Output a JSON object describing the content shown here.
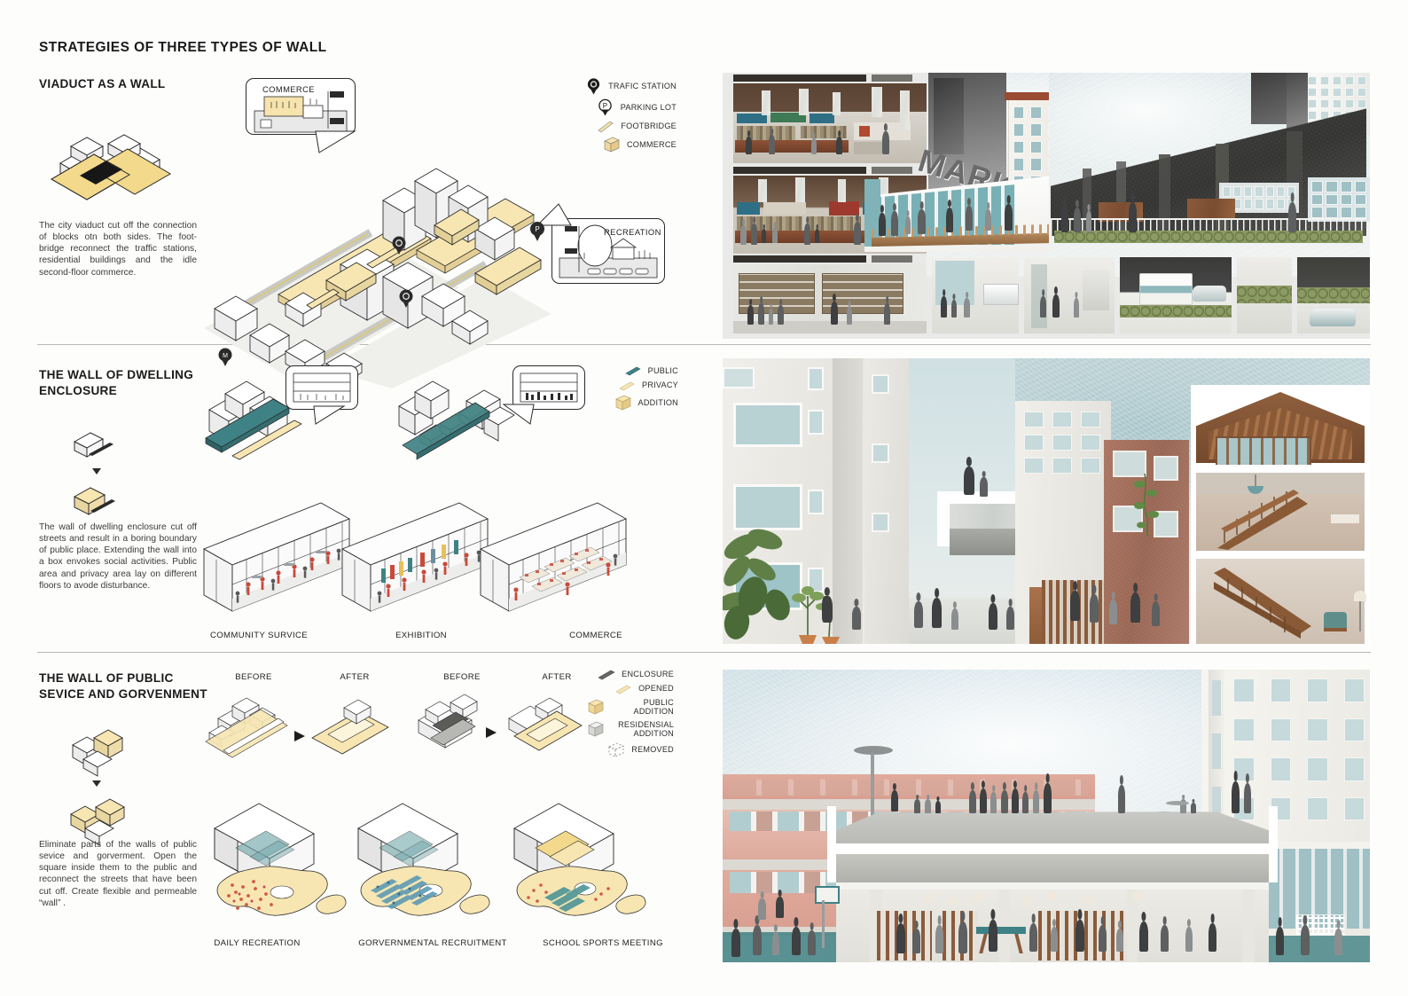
{
  "board": {
    "title": "STRATEGIES OF THREE TYPES OF WALL"
  },
  "colors": {
    "accent_yellow": "#f2d98b",
    "accent_yellow_light": "#fbeec2",
    "teal": "#3e7f82",
    "pink": "#dda093",
    "brick": "#a8705b",
    "dark": "#2f2f2d",
    "paper": "#fdfdfc",
    "rule": "#b9b9b6"
  },
  "sections": [
    {
      "id": "viaduct",
      "title": "VIADUCT AS A WALL",
      "body": "The city viaduct cut off the connection of blocks otn both sides. The foot-bridge reconnect the traffic stations, residential buildings and the idle second-floor commerce.",
      "bubbles": [
        {
          "label": "COMMERCE"
        },
        {
          "label": "RECREATION"
        }
      ],
      "legend": [
        {
          "icon": "traffic-station-pin-icon",
          "label": "TRAFIC STATION"
        },
        {
          "icon": "parking-lot-pin-icon",
          "label": "PARKING LOT"
        },
        {
          "icon": "footbridge-icon",
          "label": "FOOTBRIDGE"
        },
        {
          "icon": "commerce-box-icon",
          "label": "COMMERCE"
        }
      ],
      "captions": [],
      "photo_signage": "MARKET"
    },
    {
      "id": "dwelling",
      "title": "THE WALL OF DWELLING ENCLOSURE",
      "body": "The wall of dwelling enclosure cut off streets and result in a boring boundary of public place. Extending the wall into a box envokes social activities. Public area and privacy area lay on different floors to avode disturbance.",
      "legend": [
        {
          "icon": "public-slab-icon",
          "label": "PUBLIC"
        },
        {
          "icon": "privacy-slab-icon",
          "label": "PRIVACY"
        },
        {
          "icon": "addition-box-icon",
          "label": "ADDITION"
        }
      ],
      "captions": [
        "COMMUNITY SURVICE",
        "EXHIBITION",
        "COMMERCE"
      ]
    },
    {
      "id": "public-service",
      "title": "THE WALL OF PUBLIC SEVICE AND GORVENMENT",
      "body": "Eliminate parts of the walls of public sevice and gorverment. Open the square inside them to the public and reconnect the streets that have been cut off. Create flexible and permeable “wall” .",
      "beforeafter": [
        "BEFORE",
        "AFTER",
        "BEFORE",
        "AFTER"
      ],
      "legend": [
        {
          "icon": "enclosure-wedge-icon",
          "label": "ENCLOSURE"
        },
        {
          "icon": "opened-slab-icon",
          "label": "OPENED"
        },
        {
          "icon": "public-addition-box-icon",
          "label": "PUBLIC ADDITION"
        },
        {
          "icon": "residensial-addition-box-icon",
          "label": "RESIDENSIAL ADDITION"
        },
        {
          "icon": "removed-dashed-icon",
          "label": "REMOVED"
        }
      ],
      "captions": [
        "DAILY RECREATION",
        "GORVERNMENTAL RECRUITMENT",
        "SCHOOL SPORTS MEETING"
      ]
    }
  ]
}
